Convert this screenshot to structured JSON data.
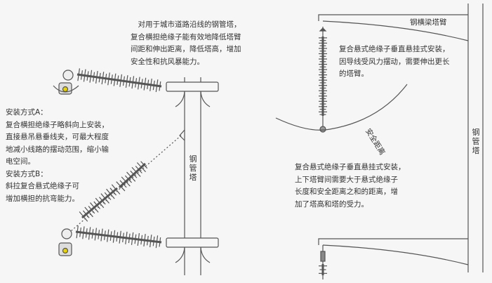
{
  "left": {
    "intro_lines": [
      "　对用于城市道路沿线的钢管塔，",
      "复合横担绝缘子能有效地降低塔臂",
      "间距和伸出距离，降低塔高，增加",
      "安全性和抗风暴能力。"
    ],
    "method_lines": [
      "安装方式A：",
      "复合横担绝缘子略斜向上安装，",
      "直接悬吊悬垂线夹，可最大程度",
      "地减小线路的摆动范围，缩小输",
      "电空间。",
      "安装方式B：",
      "斜拉复合悬式绝缘子可",
      "增加横担的抗弯能力。"
    ],
    "tower_label": "钢管塔"
  },
  "right": {
    "arm_label": "钢横梁塔臂",
    "upper_note_lines": [
      "复合悬式绝缘子垂直悬挂式安装，",
      "因导线受风力摆动，需要伸出更长",
      "的塔臂。"
    ],
    "safety_label": "安全距离",
    "lower_note_lines": [
      "复合悬式绝缘子垂直悬挂式安装，",
      "上下塔臂间需要大于悬式绝缘子",
      "长度和安全距离之和的距离，增",
      "加了塔高和塔的受力。"
    ],
    "tower_label": "钢管塔"
  },
  "colors": {
    "line": "#555555",
    "insulator": "#666666",
    "clamp_accent": "#e8d200",
    "background": "#f6f6f6"
  }
}
